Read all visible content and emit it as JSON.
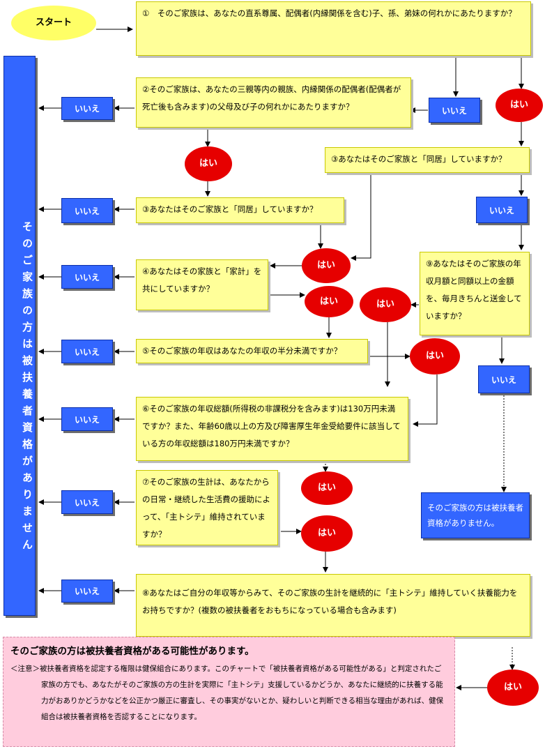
{
  "start": {
    "label": "スタート"
  },
  "vertical_no": {
    "text": "そのご家族の方は被扶養者資格がありません"
  },
  "questions": {
    "q1": "①　そのご家族は、あなたの直系尊属、配偶者(内縁関係を含む)子、孫、弟妹の何れかにあたりますか？",
    "q2": "②そのご家族は、あなたの三親等内の親族、内縁関係の配偶者(配偶者が死亡後も含みます)の父母及び子の何れかにあたりますか？",
    "q3_right": "③あなたはそのご家族と「同居」していますか？",
    "q3_left": "③あなたはそのご家族と「同居」していますか？",
    "q4": "④あなたはその家族と「家計」を共にしていますか？",
    "q9": "⑨あなたはそのご家族の年収月額と同額以上の金額を、毎月きちんと送金していますか？",
    "q5": "⑤そのご家族の年収はあなたの年収の半分未満ですか？",
    "q6": "⑥そのご家族の年収総額(所得税の非課税分を含みます)は130万円未満ですか？また、年齢60歳以上の方及び障害厚生年金受給要件に該当している方の年収総額は180万円未満ですか？",
    "q7": "⑦そのご家族の生計は、あなたからの日常・継続した生活費の援助によって、「主トシテ」維持されていますか？",
    "q8": "⑧あなたはご自分の年収等からみて、そのご家族の生計を継続的に「主トシテ」維持していく扶養能力をお持ちですか？(複数の被扶養者をおもちになっている場合も含みます)"
  },
  "labels": {
    "no": "いいえ",
    "yes": "はい"
  },
  "result_no": "そのご家族の方は被扶養者資格がありません。",
  "result_yes": {
    "title": "そのご家族の方は被扶養者資格がある可能性があります。",
    "note": "＜注意＞被扶養者資格を認定する権限は健保組合にあります。このチャートで「被扶養者資格がある可能性がある」と判定されたご家族の方でも、あなたがそのご家族の方の生計を実際に「主トシテ」支援しているかどうか、あなたに継続的に扶養する能力がおありかどうかなどを公正かつ厳正に審査し、その事実がないとか、疑わしいと判断できる相当な理由があれば、健保組合は被扶養者資格を否認することになります。"
  },
  "colors": {
    "question_bg": "#ffff99",
    "no_bg": "#3366ff",
    "yes_bg": "#e60000",
    "note_bg": "#ffccdd",
    "start_bg": "#ffff66"
  }
}
